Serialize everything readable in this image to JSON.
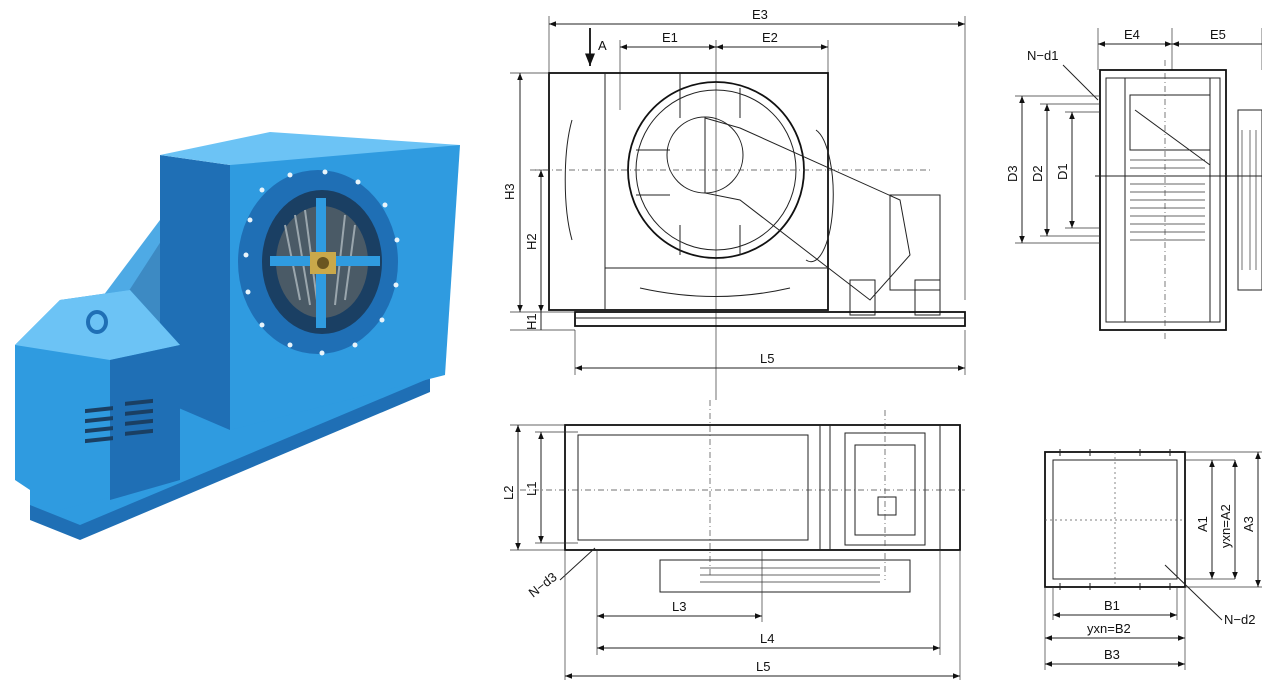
{
  "colors": {
    "fan_body": "#2f9be0",
    "fan_shadow": "#1f6fb5",
    "fan_highlight": "#6cc3f5",
    "belt_guard_red": "#8b2a1e",
    "line": "#222222"
  },
  "front_view": {
    "arrow_label": "A",
    "E1": "E1",
    "E2": "E2",
    "E3": "E3",
    "H1": "H1",
    "H2": "H2",
    "H3": "H3",
    "L5": "L5"
  },
  "side_view": {
    "E4": "E4",
    "E5": "E5",
    "N_d1": "N−d1",
    "D1": "D1",
    "D2": "D2",
    "D3": "D3"
  },
  "plan_view": {
    "L1": "L1",
    "L2": "L2",
    "L3": "L3",
    "L4": "L4",
    "L5": "L5",
    "N_d3": "N−d3"
  },
  "outlet_view": {
    "A1": "A1",
    "A2": "yxn=A2",
    "A3": "A3",
    "B1": "B1",
    "B2": "yxn=B2",
    "B3": "B3",
    "N_d2": "N−d2"
  }
}
